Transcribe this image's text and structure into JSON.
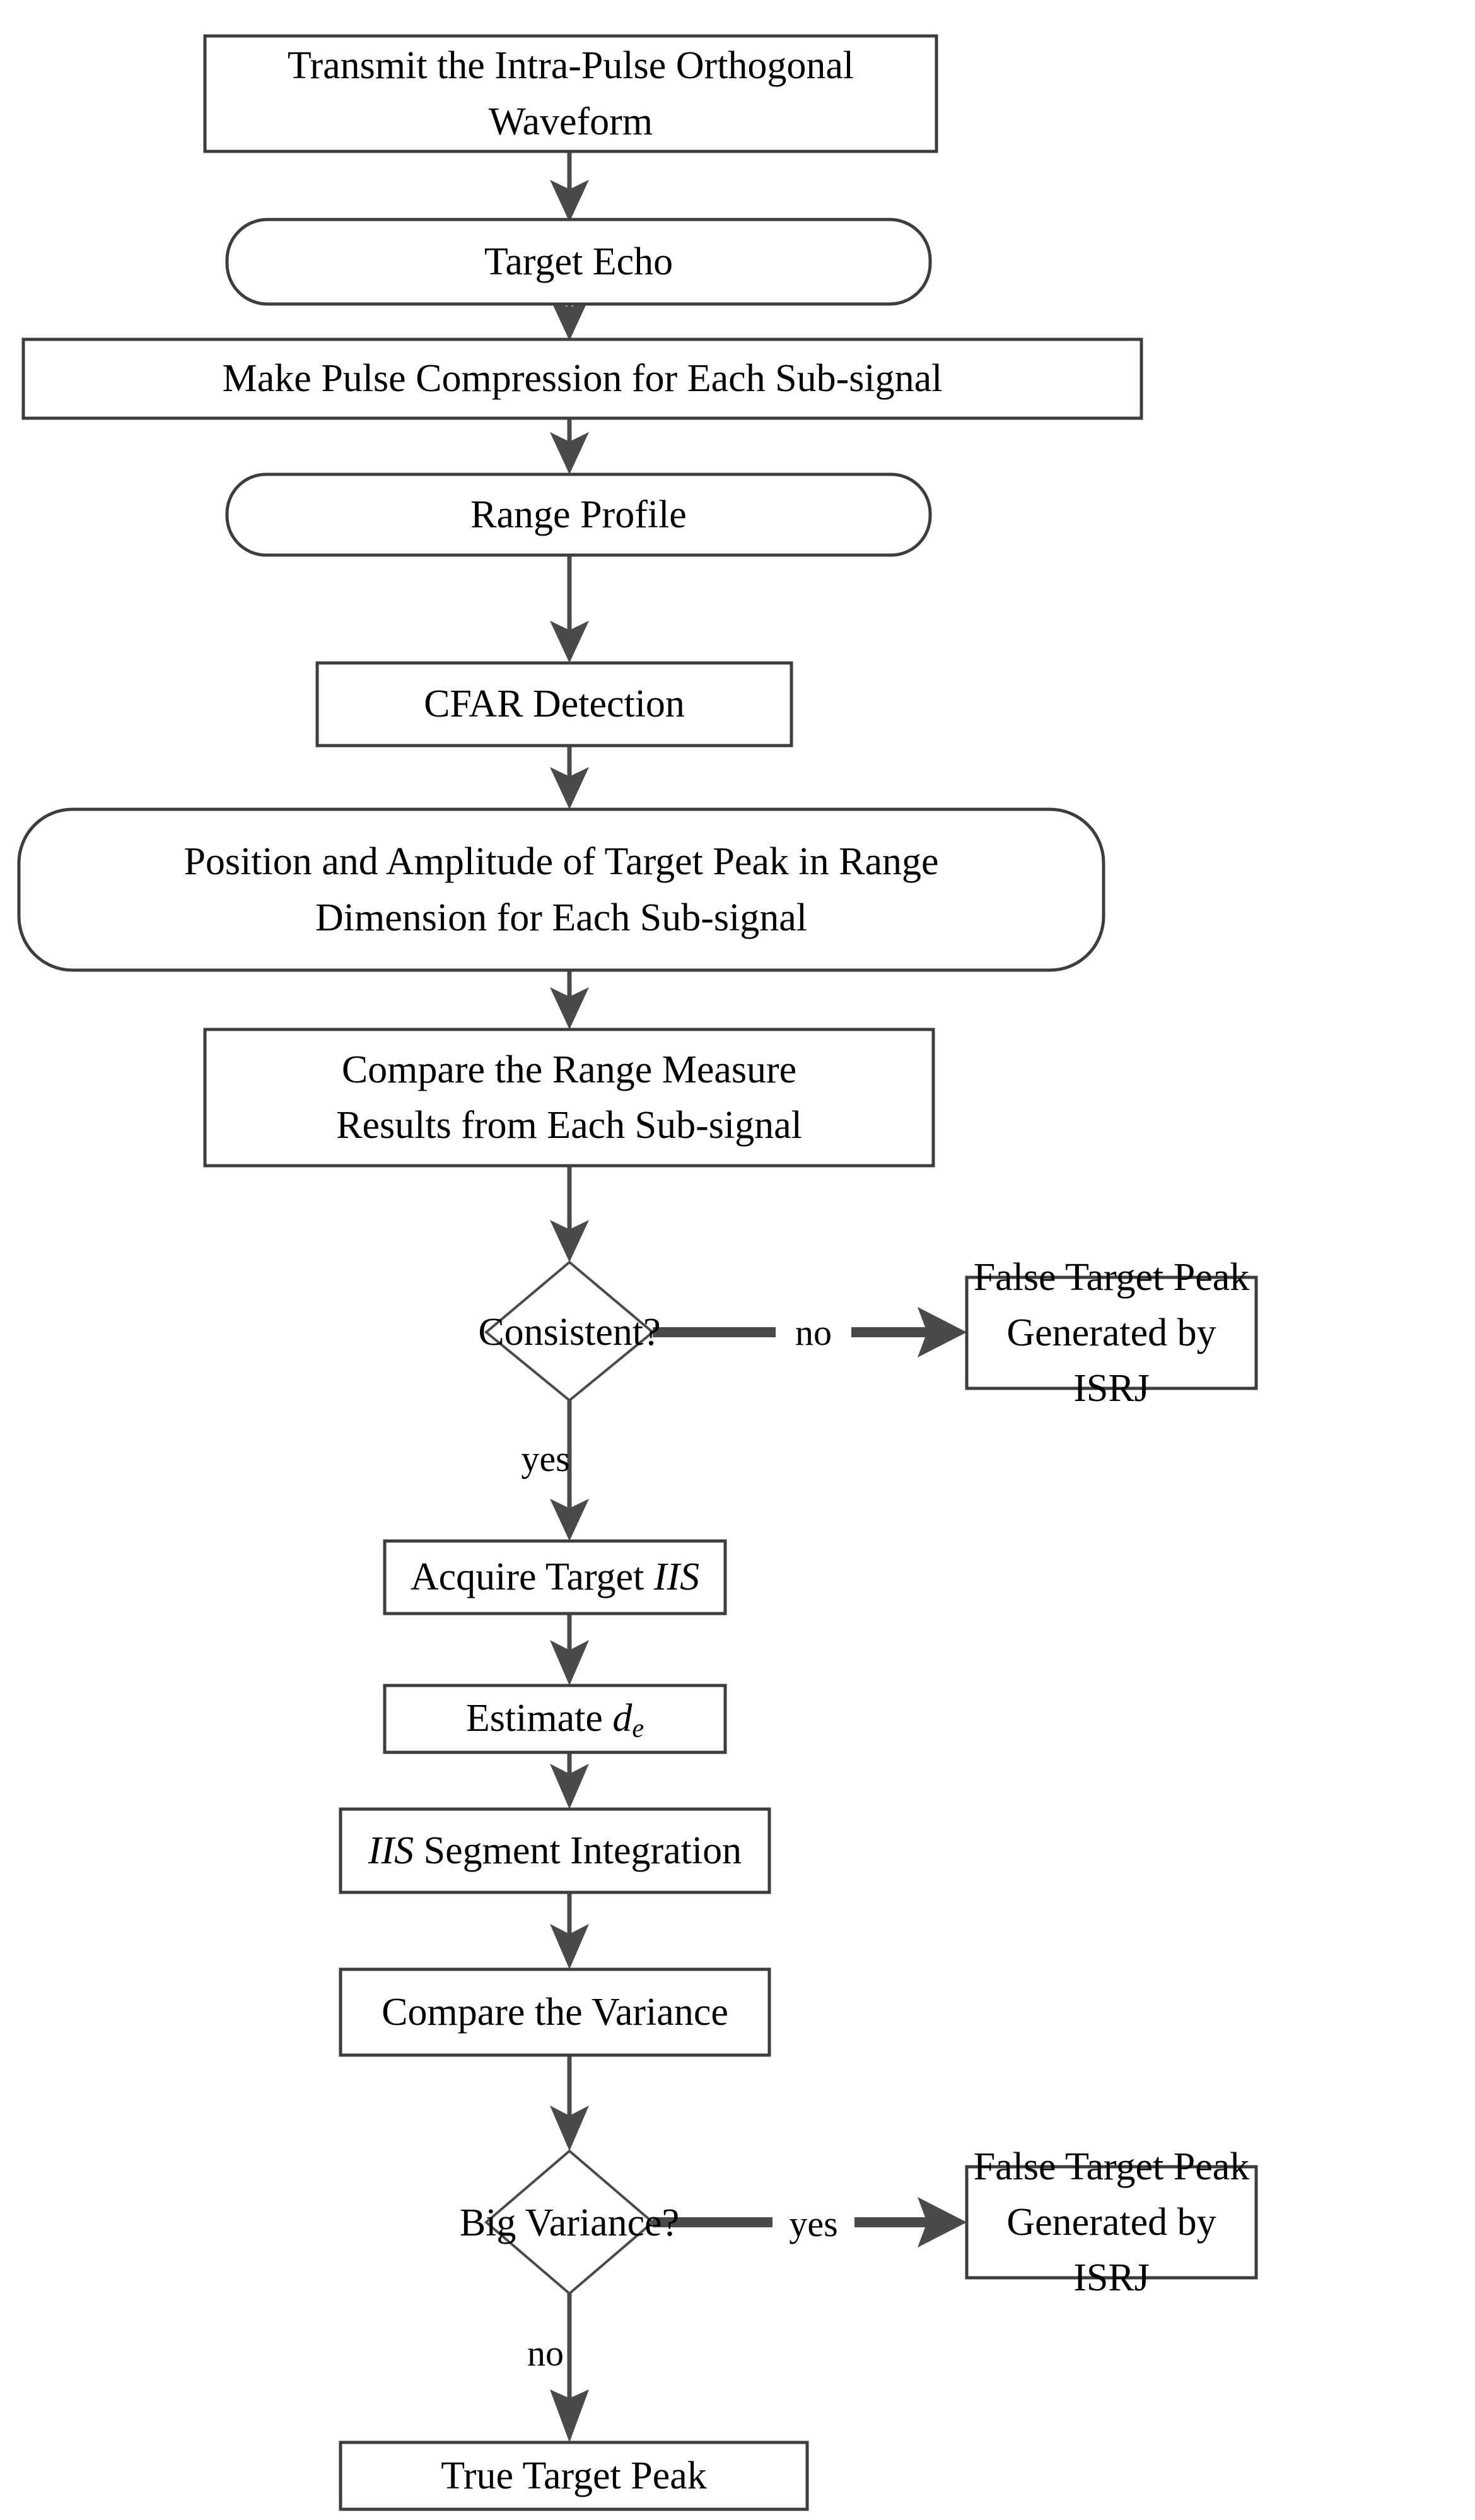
{
  "diagram": {
    "title": "ISRJ False Target Discrimination Flowchart",
    "type": "flowchart",
    "accent_color": "#4a4a4a",
    "background_color": "#ffffff",
    "text_color": "#000000"
  },
  "nodes": {
    "transmit": {
      "label": "Transmit the Intra-Pulse Orthogonal\nWaveform",
      "shape": "rectangle"
    },
    "target_echo": {
      "label": "Target Echo",
      "shape": "rounded"
    },
    "pulse_compression": {
      "label": "Make Pulse Compression for Each Sub-signal",
      "shape": "rectangle"
    },
    "range_profile": {
      "label": "Range Profile",
      "shape": "rounded"
    },
    "cfar": {
      "label": "CFAR Detection",
      "shape": "rectangle"
    },
    "position_amplitude": {
      "label": "Position and Amplitude of Target Peak in Range\nDimension for Each Sub-signal",
      "shape": "rounded"
    },
    "compare_range": {
      "label": "Compare the Range Measure\nResults from Each Sub-signal",
      "shape": "rectangle"
    },
    "consistent": {
      "label": "Consistent?",
      "shape": "diamond"
    },
    "false_peak_1": {
      "label": "False Target Peak\nGenerated by ISRJ",
      "shape": "rectangle"
    },
    "acquire_iis": {
      "label_prefix": "Acquire Target ",
      "label_italic": "IIS",
      "label_suffix": "",
      "shape": "rectangle"
    },
    "estimate_de": {
      "label_prefix": "Estimate ",
      "label_italic": "d",
      "label_subscript": "e",
      "shape": "rectangle"
    },
    "iis_segment": {
      "label_italic": "IIS",
      "label_suffix": " Segment Integration",
      "shape": "rectangle"
    },
    "compare_variance": {
      "label": "Compare the Variance",
      "shape": "rectangle"
    },
    "big_variance": {
      "label": "Big Variance?",
      "shape": "diamond"
    },
    "false_peak_2": {
      "label": "False Target Peak\nGenerated by ISRJ",
      "shape": "rectangle"
    },
    "true_peak": {
      "label": "True Target Peak",
      "shape": "rectangle"
    }
  },
  "edge_labels": {
    "consistent_no": "no",
    "consistent_yes": "yes",
    "variance_yes": "yes",
    "variance_no": "no"
  }
}
